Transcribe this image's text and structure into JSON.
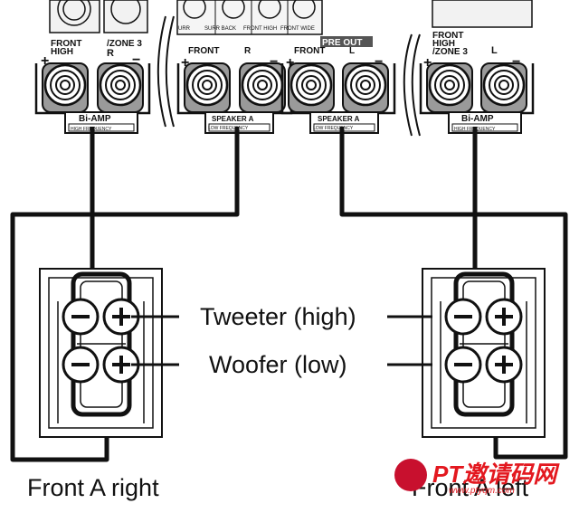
{
  "panel": {
    "section1": {
      "label_line1": "FRONT",
      "label_line2": "HIGH",
      "label_zone": "/ZONE 3",
      "label_r": "R",
      "plus": "+",
      "minus": "−",
      "badge_title": "Bi-AMP",
      "badge_sub": "HIGH FREQUENCY"
    },
    "section2": {
      "label_front": "FRONT",
      "label_r": "R",
      "plus": "+",
      "minus": "−",
      "badge_title": "SPEAKER A",
      "badge_sub": "LOW FREQUENCY"
    },
    "section3": {
      "label_front": "FRONT",
      "label_l": "L",
      "plus": "+",
      "minus": "−",
      "badge_title": "SPEAKER A",
      "badge_sub": "LOW FREQUENCY"
    },
    "section4": {
      "label_line1": "FRONT",
      "label_line2": "HIGH",
      "label_zone": "/ZONE 3",
      "label_l": "L",
      "plus": "+",
      "minus": "−",
      "badge_title": "Bi-AMP",
      "badge_sub": "HIGH FREQUENCY"
    },
    "preout": {
      "jack_labels": [
        "URR",
        "SURR BACK",
        "FRONT HIGH",
        "FRONT WIDE"
      ],
      "title": "PRE OUT"
    },
    "partial_top_label": "/ZONE 3"
  },
  "speakers": {
    "tweeter_label": "Tweeter (high)",
    "woofer_label": "Woofer (low)",
    "right_name": "Front A right",
    "left_name": "Front A left"
  },
  "watermark": {
    "brand": "PT邀请码网",
    "url": "www.ptyqm.com"
  }
}
